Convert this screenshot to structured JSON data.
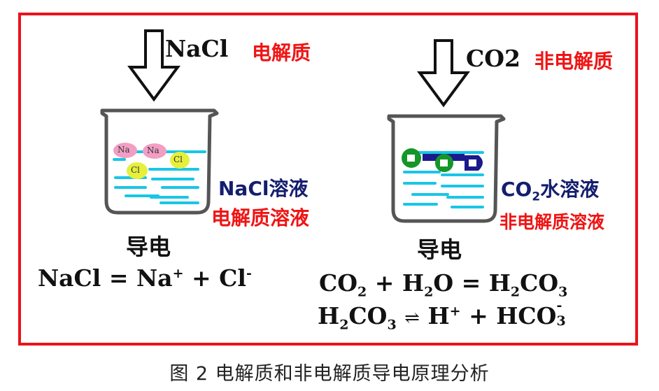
{
  "left": {
    "solute_formula": "NaCl",
    "solute_class": "电解质",
    "solution_name": "NaCl溶液",
    "solution_class": "电解质溶液",
    "conducts": "导电",
    "ion_na_1": "Na",
    "ion_na_2": "Na",
    "ion_cl_1": "Cl",
    "ion_cl_2": "Cl",
    "equation": {
      "lhs": "NaCl",
      "eq": "=",
      "na": "Na",
      "na_charge": "+",
      "plus": "+",
      "cl": "Cl",
      "cl_charge": "-"
    }
  },
  "right": {
    "solute_formula": "CO2",
    "solute_class": "非电解质",
    "solution_co": "CO",
    "solution_sub": "2",
    "solution_rest": "水溶液",
    "solution_class": "非电解质溶液",
    "conducts": "导电",
    "equation1": {
      "co": "CO",
      "co_sub": "2",
      "plus1": "+",
      "h": "H",
      "h_sub": "2",
      "o": "O",
      "eq": "=",
      "h2": "H",
      "h2_sub": "2",
      "co3": "CO",
      "co3_sub": "3"
    },
    "equation2": {
      "h": "H",
      "h_sub": "2",
      "co": "CO",
      "co_sub": "3",
      "arrow": "⇌",
      "hp": "H",
      "hp_charge": "+",
      "plus": "+",
      "hco": "HCO",
      "hco_charge": "-",
      "hco_sub": "3"
    }
  },
  "caption": "图 2  电解质和非电解质导电原理分析",
  "colors": {
    "frame": "#e8141c",
    "red_text": "#f01414",
    "navy_text": "#141e6e",
    "liquid": "#19c6e6",
    "na_ion": "#f29ec4",
    "cl_ion": "#e6f03c",
    "co2_molecule": "#149628"
  }
}
